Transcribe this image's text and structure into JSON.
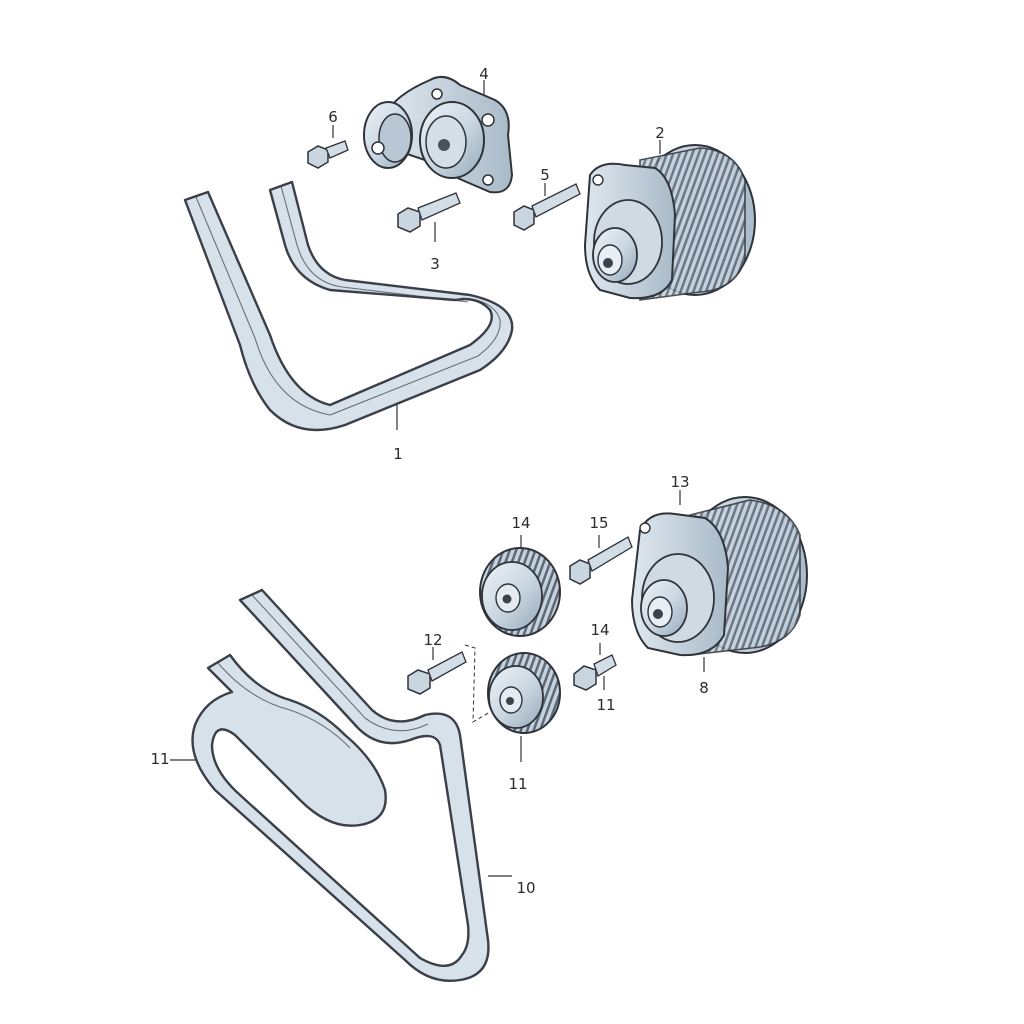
{
  "labels": {
    "part_1": "1",
    "part_2": "2",
    "part_3": "3",
    "part_4": "4",
    "part_5": "5",
    "part_6": "6",
    "part_8": "8",
    "part_10": "10",
    "part_11_left": "11",
    "part_11_pulley": "11",
    "part_11_bolt": "11",
    "part_12": "12",
    "part_13": "13",
    "part_14_pulley": "14",
    "part_14_bolt": "14",
    "part_15": "15"
  },
  "colors": {
    "belt_fill": "#d7e1ea",
    "belt_stroke": "#3a3f48",
    "metal_light": "#e6edf3",
    "metal_mid": "#c2d0dc",
    "metal_dark": "#8fa3b5",
    "line": "#2f333a"
  }
}
